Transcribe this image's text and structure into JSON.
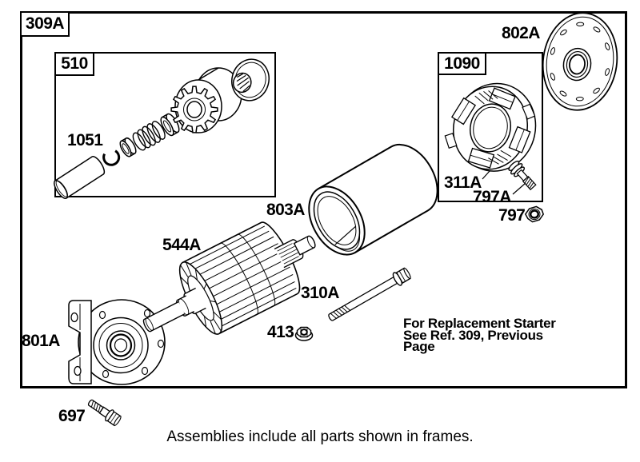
{
  "figure": {
    "background": "#ffffff",
    "line_color": "#000000",
    "main_frame": {
      "label": "309A"
    },
    "inner_frames": [
      {
        "label": "510"
      },
      {
        "label": "1090"
      }
    ],
    "labels": {
      "pin": "1051",
      "end_cap_plate": "802A",
      "starter_housing": "803A",
      "armature": "544A",
      "through_bolt": "310A",
      "flange_nut": "413",
      "drive_end_bracket": "801A",
      "brush_holder": "311A",
      "terminal_stud": "797A",
      "terminal_nut": "797",
      "mounting_bolt": "697"
    },
    "note_lines": [
      "For Replacement Starter",
      "See Ref. 309, Previous",
      "Page"
    ],
    "caption": "Assemblies include all parts shown in frames."
  }
}
